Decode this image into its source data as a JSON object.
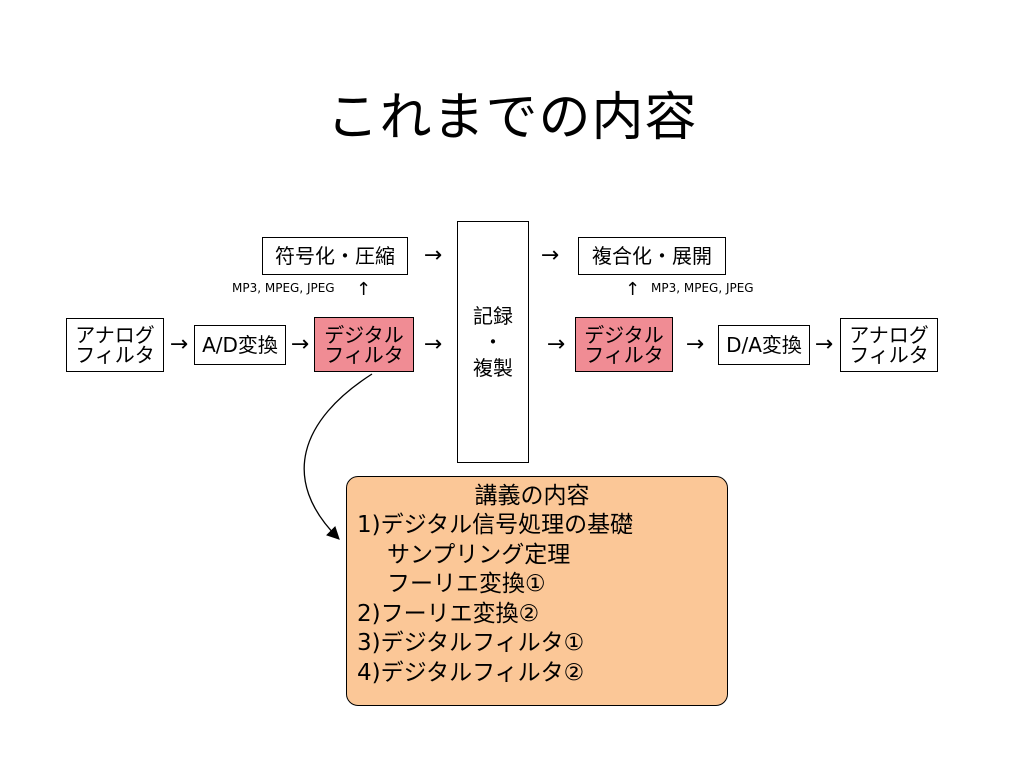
{
  "title": "これまでの内容",
  "diagram": {
    "analog_filter_in": "アナログ\nフィルタ",
    "ad_converter": "A/D変換",
    "digital_filter_left": "デジタル\nフィルタ",
    "encoding": "符号化・圧縮",
    "encoding_formats": "MP3, MPEG, JPEG",
    "recording": "記録\n・\n複製",
    "decoding": "複合化・展開",
    "decoding_formats": "MP3, MPEG, JPEG",
    "digital_filter_right": "デジタル\nフィルタ",
    "da_converter": "D/A変換",
    "analog_filter_out": "アナログ\nフィルタ",
    "arrow": "→",
    "up_arrow": "↑"
  },
  "lecture": {
    "title": "講義の内容",
    "items": [
      "1)デジタル信号処理の基礎",
      "サンプリング定理",
      "フーリエ変換①",
      "2)フーリエ変換②",
      "3)デジタルフィルタ①",
      "4)デジタルフィルタ②"
    ]
  },
  "colors": {
    "digital_filter": "#f08c94",
    "lecture_box": "#fbc797"
  }
}
